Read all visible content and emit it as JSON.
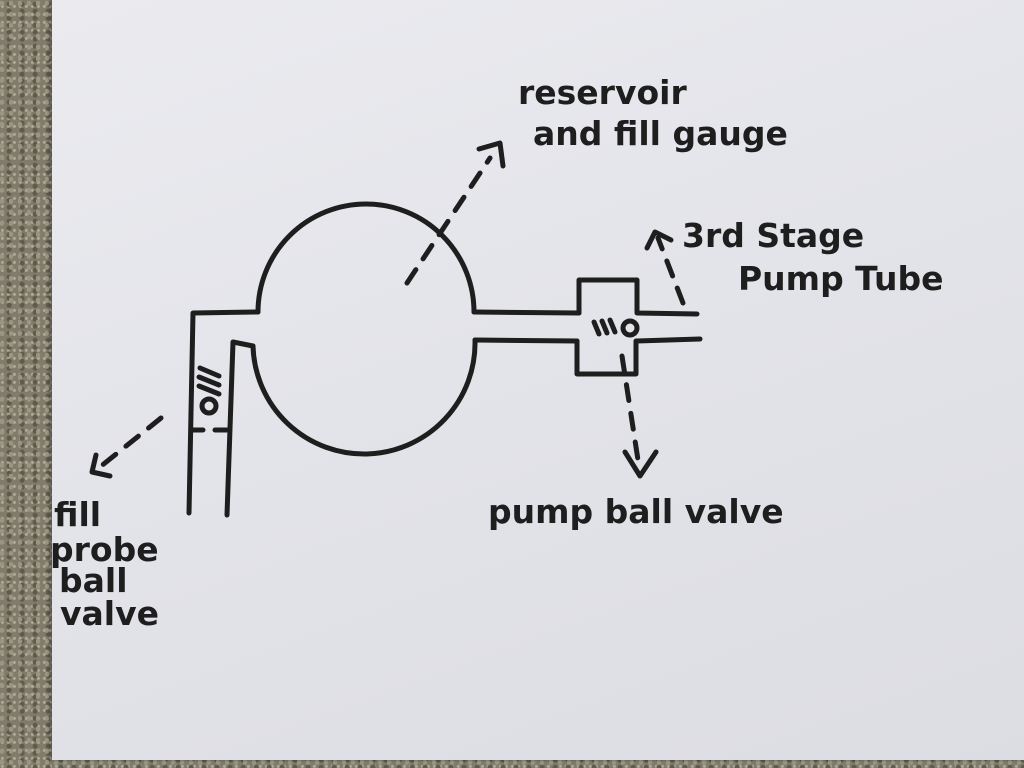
{
  "labels": {
    "reservoir_line1": "reservoir",
    "reservoir_line2": "and fill gauge",
    "stage_line1": "3rd Stage",
    "stage_line2": "Pump Tube",
    "pump_valve": "pump ball valve",
    "fill_line1": "fill",
    "fill_line2": "probe",
    "fill_line3": "ball",
    "fill_line4": "valve"
  },
  "colors": {
    "ink": "#1e1e1e",
    "paper": "#e4e5ea",
    "carpet": "#807c6c"
  }
}
